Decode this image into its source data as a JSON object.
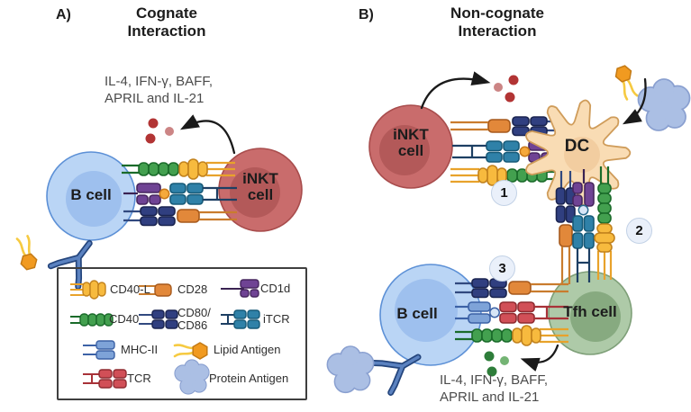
{
  "panelA": {
    "label": "A)",
    "title": "Cognate Interaction",
    "cytokines": "IL-4, IFN-γ, BAFF, APRIL and IL-21",
    "b_cell": "B cell",
    "inkt_cell": "iNKT cell"
  },
  "panelB": {
    "label": "B)",
    "title": "Non-cognate Interaction",
    "cytokines": "IL-4, IFN-γ, BAFF, APRIL and IL-21",
    "inkt_cell": "iNKT cell",
    "dc_cell": "DC",
    "b_cell": "B cell",
    "tfh_cell": "Tfh cell",
    "step1": "1",
    "step2": "2",
    "step3": "3"
  },
  "legend": {
    "cd40l": "CD40-L",
    "cd28": "CD28",
    "cd1d": "CD1d",
    "cd40": "CD40",
    "cd80": "CD80/CD86",
    "itcr": "iTCR",
    "mhc2": "MHC-II",
    "lipid": "Lipid Antigen",
    "tcr": "TCR",
    "protein": "Protein Antigen"
  },
  "colors": {
    "b_cell_fill": "#bad5f5",
    "b_cell_inner": "#9ec0ee",
    "inkt_fill": "#c96c6c",
    "inkt_inner": "#b35959",
    "dc_fill": "#f9dcb4",
    "tfh_fill": "#aecaa8",
    "tfh_inner": "#87aa80",
    "cd40_green": "#43a04f",
    "cd40l_yellow": "#f7ba3e",
    "cd28_orange": "#e2883a",
    "cd80_navy": "#303f80",
    "cd1d_purple": "#6f4394",
    "itcr_teal": "#2f81a8",
    "mhc_blue": "#7ea3d8",
    "tcr_red": "#d14f57",
    "lipid_orange": "#f19a20",
    "protein_blue": "#abbfe4",
    "cytokine_red": "#b23434",
    "cytokine_green": "#2e7d3a"
  }
}
